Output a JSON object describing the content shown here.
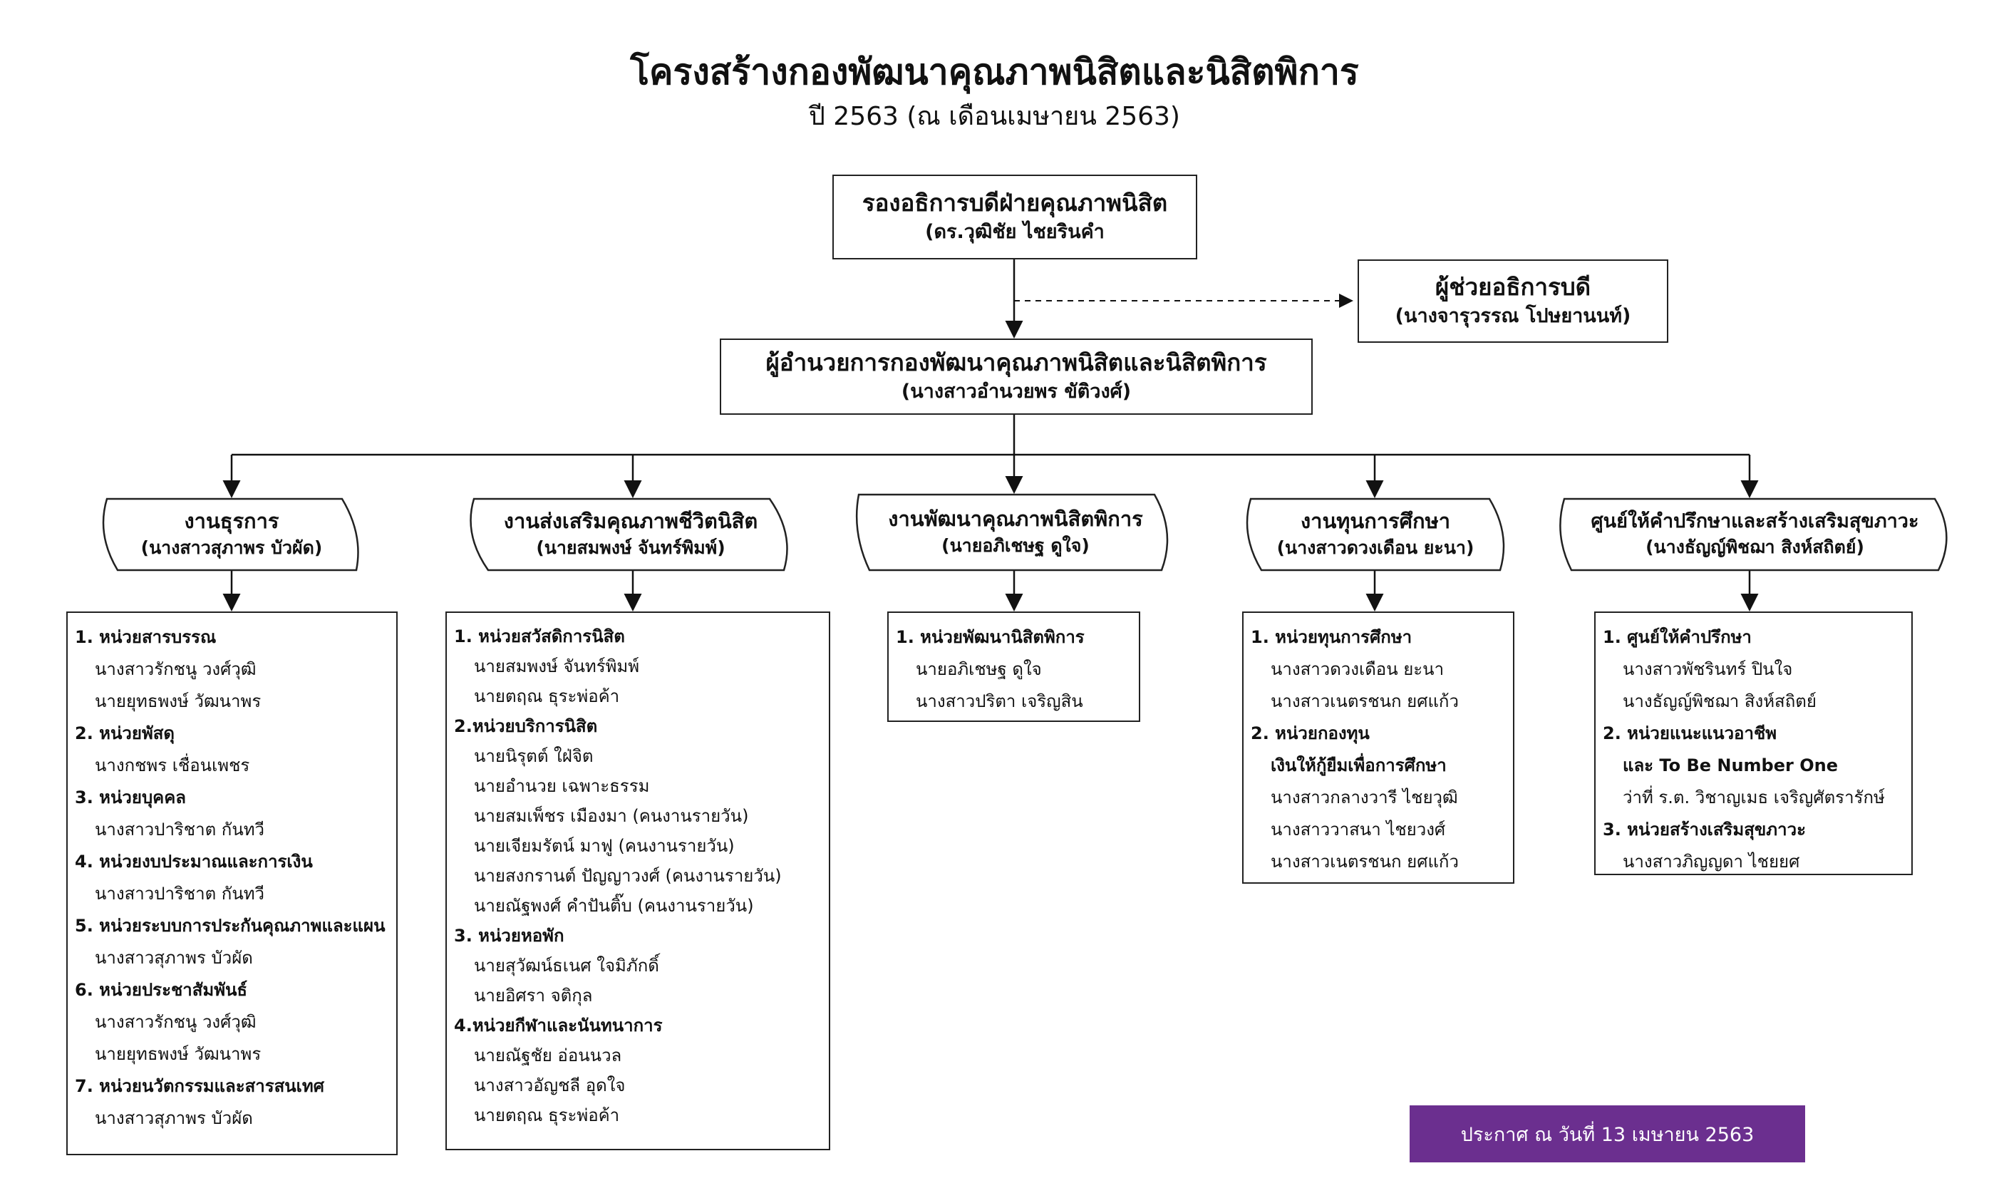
{
  "header": {
    "title": "โครงสร้างกองพัฒนาคุณภาพนิสิตและนิสิตพิการ",
    "subtitle": "ปี 2563 (ณ เดือนเมษายน 2563)"
  },
  "top": {
    "title": "รองอธิการบดีฝ่ายคุณภาพนิสิต",
    "person": "(ดร.วุฒิชัย ไชยรินคำ"
  },
  "assistant": {
    "title": "ผู้ช่วยอธิการบดี",
    "person": "(นางจารุวรรณ โปษยานนท์)"
  },
  "director": {
    "title": "ผู้อำนวยการกองพัฒนาคุณภาพนิสิตและนิสิตพิการ",
    "person": "(นางสาวอำนวยพร ขัติวงศ์)"
  },
  "units": [
    {
      "title": "งานธุรการ",
      "person": "(นางสาวสุภาพร บัวผัด)",
      "items": [
        {
          "type": "h",
          "text": "1. หน่วยสารบรรณ"
        },
        {
          "type": "p",
          "text": "นางสาวรักชนู วงศ์วุฒิ"
        },
        {
          "type": "p",
          "text": "นายยุทธพงษ์ วัฒนาพร"
        },
        {
          "type": "h",
          "text": "2. หน่วยพัสดุ"
        },
        {
          "type": "p",
          "text": "นางกชพร เชื่อนเพชร"
        },
        {
          "type": "h",
          "text": "3.  หน่วยบุคคล"
        },
        {
          "type": "p",
          "text": "นางสาวปาริชาต กันทวี"
        },
        {
          "type": "h",
          "text": "4. หน่วยงบประมาณและการเงิน"
        },
        {
          "type": "p",
          "text": "นางสาวปาริชาต กันทวี"
        },
        {
          "type": "h",
          "text": "5. หน่วยระบบการประกันคุณภาพและแผน"
        },
        {
          "type": "p",
          "text": "นางสาวสุภาพร บัวผัด"
        },
        {
          "type": "h",
          "text": "6. หน่วยประชาสัมพันธ์"
        },
        {
          "type": "p",
          "text": "นางสาวรักชนู วงศ์วุฒิ"
        },
        {
          "type": "p",
          "text": "นายยุทธพงษ์ วัฒนาพร"
        },
        {
          "type": "h",
          "text": "7. หน่วยนวัตกรรมและสารสนเทศ"
        },
        {
          "type": "p",
          "text": "นางสาวสุภาพร บัวผัด"
        }
      ]
    },
    {
      "title": "งานส่งเสริมคุณภาพชีวิตนิสิต",
      "person": "(นายสมพงษ์ จันทร์พิมพ์)",
      "items": [
        {
          "type": "h",
          "text": "1. หน่วยสวัสดิการนิสิต"
        },
        {
          "type": "p",
          "text": "นายสมพงษ์ จันทร์พิมพ์"
        },
        {
          "type": "p",
          "text": "นายตฤณ ธุระพ่อค้า"
        },
        {
          "type": "h",
          "text": "2.หน่วยบริการนิสิต"
        },
        {
          "type": "p",
          "text": "นายนิรุตต์ ใฝ่จิต"
        },
        {
          "type": "p",
          "text": "นายอำนวย เฉพาะธรรม"
        },
        {
          "type": "p",
          "text": "นายสมเพ็ชร เมืองมา (คนงานรายวัน)"
        },
        {
          "type": "p",
          "text": "นายเจียมรัตน์ มาฟู (คนงานรายวัน)"
        },
        {
          "type": "p",
          "text": "นายสงกรานต์ ปัญญาวงศ์ (คนงานรายวัน)"
        },
        {
          "type": "p",
          "text": "นายณัฐพงศ์ คำปันติ๊บ (คนงานรายวัน)"
        },
        {
          "type": "h",
          "text": "3. หน่วยหอพัก"
        },
        {
          "type": "p",
          "text": "นายสุวัฒน์ธเนศ ใจมิภักดิ์"
        },
        {
          "type": "p",
          "text": "นายอิศรา จติกุล"
        },
        {
          "type": "h",
          "text": "4.หน่วยกีฬาและนันทนาการ"
        },
        {
          "type": "p",
          "text": "นายณัฐชัย อ่อนนวล"
        },
        {
          "type": "p",
          "text": "นางสาวอัญชลี อุดใจ"
        },
        {
          "type": "p",
          "text": "นายตฤณ ธุระพ่อค้า"
        }
      ]
    },
    {
      "title": "งานพัฒนาคุณภาพนิสิตพิการ",
      "person": "(นายอภิเชษฐ ดูใจ)",
      "items": [
        {
          "type": "h",
          "text": "1. หน่วยพัฒนานิสิตพิการ"
        },
        {
          "type": "p",
          "text": "นายอภิเชษฐ ดูใจ"
        },
        {
          "type": "p",
          "text": "นางสาวปริตา เจริญสิน"
        }
      ]
    },
    {
      "title": "งานทุนการศึกษา",
      "person": "(นางสาวดวงเดือน ยะนา)",
      "items": [
        {
          "type": "h",
          "text": "1. หน่วยทุนการศึกษา"
        },
        {
          "type": "p",
          "text": "นางสาวดวงเดือน ยะนา"
        },
        {
          "type": "p",
          "text": "นางสาวเนตรชนก ยศแก้ว"
        },
        {
          "type": "h",
          "text": "2. หน่วยกองทุน"
        },
        {
          "type": "p",
          "text": "เงินให้กู้ยืมเพื่อการศึกษา",
          "bold": true
        },
        {
          "type": "p",
          "text": "นางสาวกลางวารี ไชยวุฒิ"
        },
        {
          "type": "p",
          "text": "นางสาววาสนา ไชยวงศ์"
        },
        {
          "type": "p",
          "text": "นางสาวเนตรชนก ยศแก้ว"
        }
      ]
    },
    {
      "title": "ศูนย์ให้คำปรึกษาและสร้างเสริมสุขภาวะ",
      "person": "(นางธัญญ์พิชฌา สิงห์สถิตย์)",
      "items": [
        {
          "type": "h",
          "text": "1. ศูนย์ให้คำปรึกษา"
        },
        {
          "type": "p",
          "text": "นางสาวพัชรินทร์ ปินใจ"
        },
        {
          "type": "p",
          "text": "นางธัญญ์พิชฌา สิงห์สถิตย์"
        },
        {
          "type": "h",
          "text": "2. หน่วยแนะแนวอาชีพ"
        },
        {
          "type": "p",
          "text": "และ To Be Number One",
          "bold": true
        },
        {
          "type": "p",
          "text": "ว่าที่ ร.ต. วิชาญเมธ เจริญศัตรารักษ์"
        },
        {
          "type": "h",
          "text": "3. หน่วยสร้างเสริมสุขภาวะ"
        },
        {
          "type": "p",
          "text": "นางสาวภิญญดา ไชยยศ"
        }
      ]
    }
  ],
  "footer": {
    "announcement": "ประกาศ ณ วันที่ 13 เมษายน 2563"
  }
}
